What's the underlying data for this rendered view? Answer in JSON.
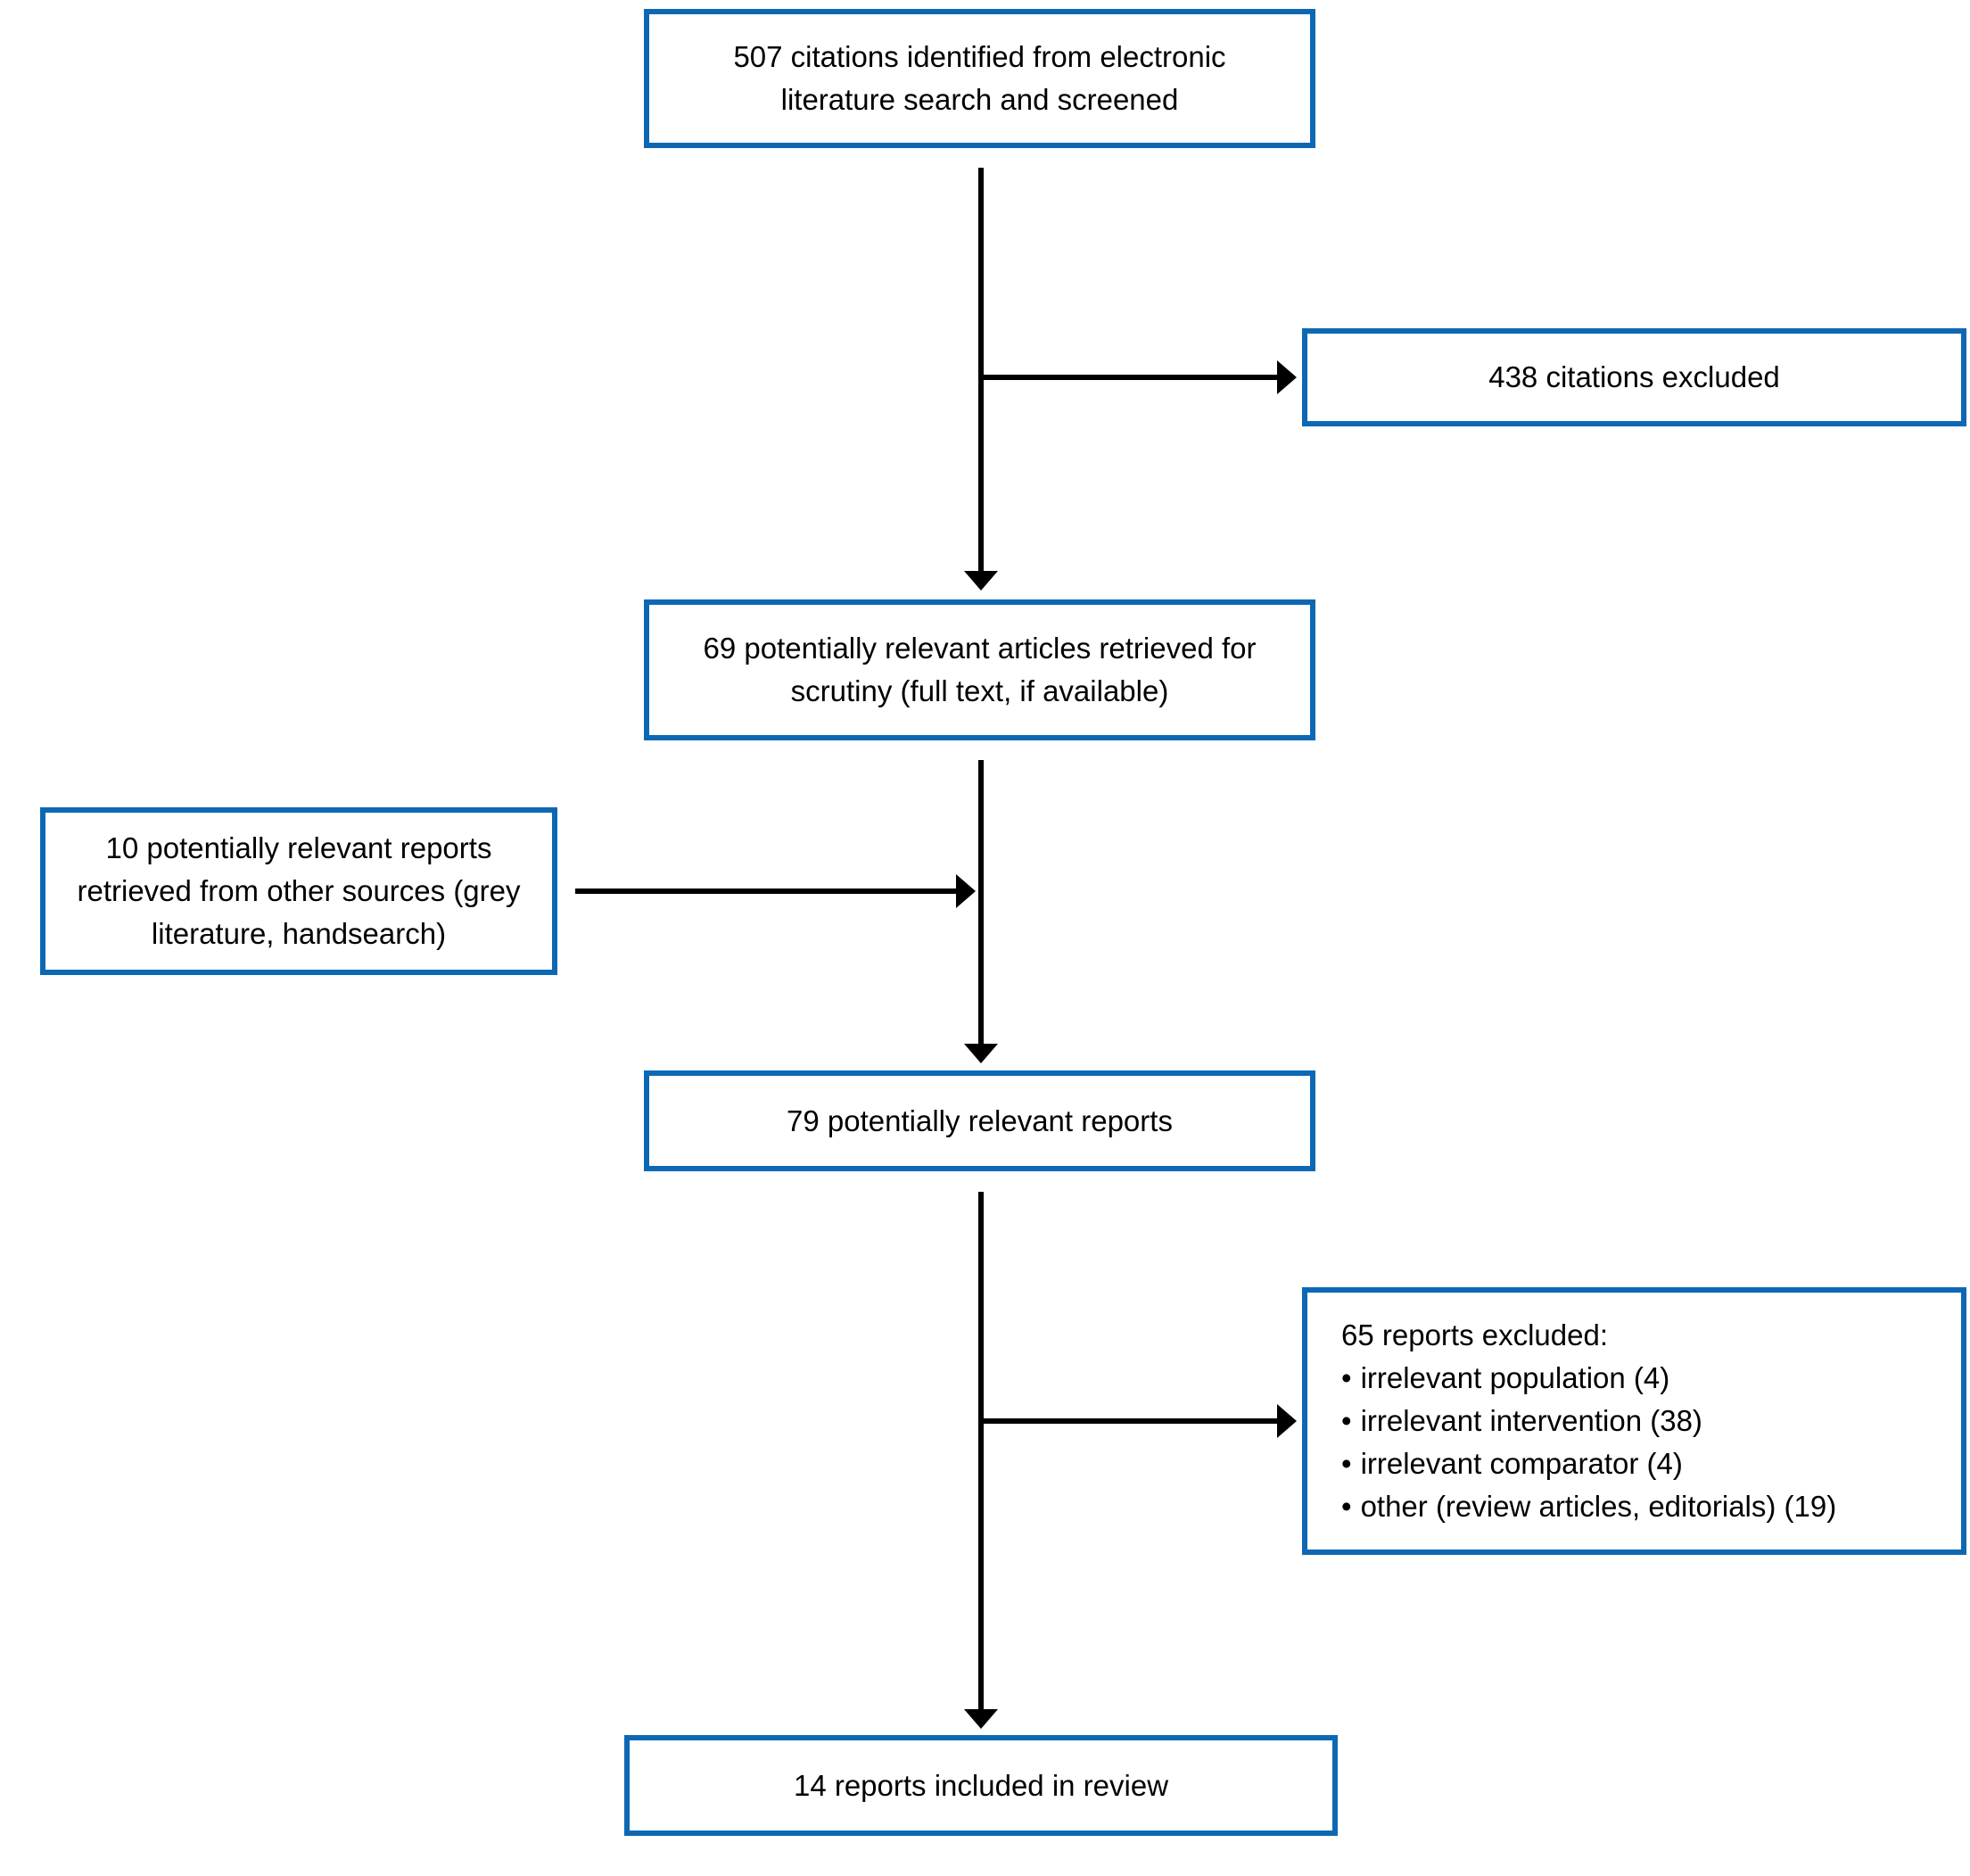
{
  "colors": {
    "box_border": "#0d68b4",
    "arrow": "#000000",
    "text": "#000000",
    "background": "#ffffff"
  },
  "flow": {
    "bullet_char": "•",
    "screened": {
      "text": "507 citations identified from electronic literature search and screened"
    },
    "excluded_citations": {
      "text": "438 citations excluded"
    },
    "retrieved": {
      "text": "69 potentially relevant articles retrieved for scrutiny (full text, if available)"
    },
    "other_sources": {
      "text": "10 potentially relevant reports retrieved from other sources (grey literature, handsearch)"
    },
    "potentially_relevant": {
      "text": "79 potentially relevant reports"
    },
    "excluded_reports": {
      "heading": "65 reports excluded:",
      "items": [
        "irrelevant population (4)",
        "irrelevant intervention (38)",
        "irrelevant comparator (4)",
        "other (review articles, editorials) (19)"
      ]
    },
    "included": {
      "text": "14 reports included in review"
    }
  }
}
